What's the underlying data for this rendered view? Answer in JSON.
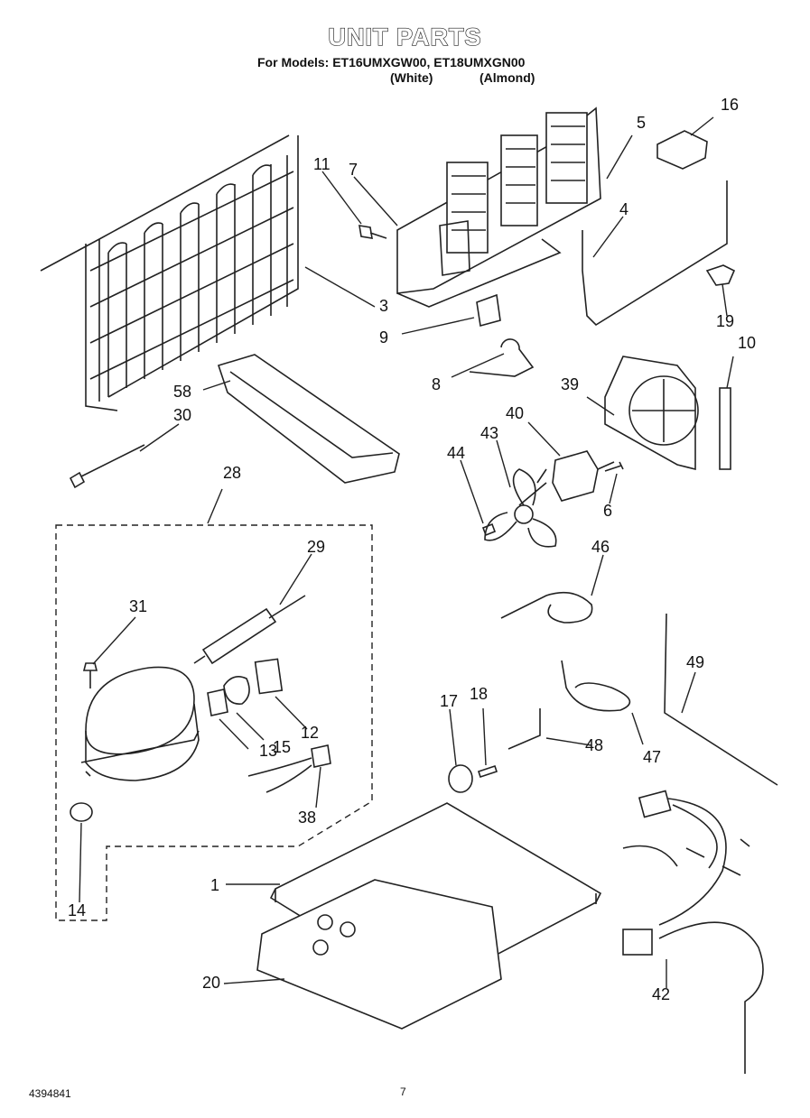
{
  "header": {
    "title": "UNIT PARTS",
    "models_line": "For Models: ET16UMXGW00, ET18UMXGN00",
    "white_label": "(White)",
    "almond_label": "(Almond)"
  },
  "footer": {
    "doc_number": "4394841",
    "page_number": "7"
  },
  "callouts": [
    "1",
    "3",
    "4",
    "5",
    "6",
    "7",
    "8",
    "9",
    "10",
    "11",
    "12",
    "13",
    "14",
    "15",
    "16",
    "17",
    "18",
    "19",
    "20",
    "28",
    "29",
    "30",
    "31",
    "38",
    "39",
    "40",
    "42",
    "43",
    "44",
    "46",
    "47",
    "48",
    "49",
    "58"
  ]
}
